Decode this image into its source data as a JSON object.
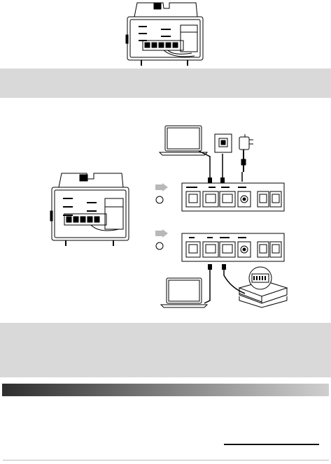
{
  "illustrations": {
    "top_phone": "ip-phone-rear-view",
    "laptop": "laptop-icon",
    "power_adapter": "power-adapter-icon",
    "wall_jack": "network-wall-jack-icon",
    "pc_bottom": "laptop-icon",
    "poe_switch": "poe-switch-icon"
  },
  "callouts": {
    "option_a_marker": "arrow-option-a",
    "option_b_marker": "arrow-option-b"
  },
  "colors": {
    "band": "#d9d9d9",
    "section_bar_start": "#2e2e2e",
    "section_bar_end": "#cfcfcf",
    "arrow": "#b8b8b8",
    "line_art": "#000000"
  }
}
